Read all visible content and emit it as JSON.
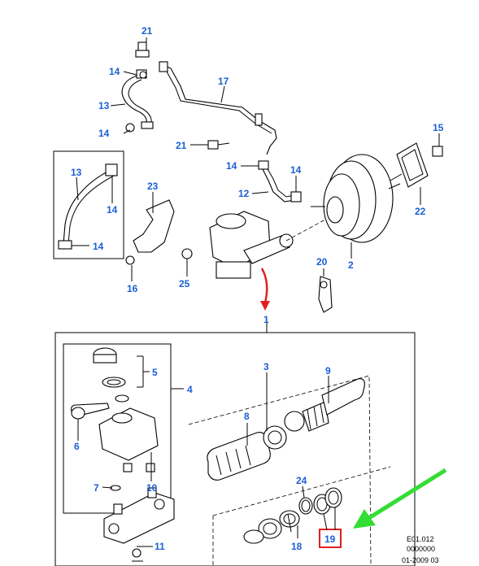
{
  "callouts": {
    "c21a": "21",
    "c14a": "14",
    "c17": "17",
    "c13a": "13",
    "c14b": "14",
    "c21b": "21",
    "c15": "15",
    "c14c": "14",
    "c14d": "14",
    "c12": "12",
    "c22": "22",
    "c13b": "13",
    "c14e": "14",
    "c14f": "14",
    "c23": "23",
    "c16": "16",
    "c25": "25",
    "c2": "2",
    "c20": "20",
    "c1": "1",
    "c3": "3",
    "c5": "5",
    "c9": "9",
    "c4": "4",
    "c8": "8",
    "c6": "6",
    "c7": "7",
    "c24": "24",
    "c10": "10",
    "c19": "19",
    "c18": "18",
    "c11": "11"
  },
  "reference": {
    "line1": "E01.012",
    "line2": "0000000",
    "line3": "01-2009 03"
  },
  "colors": {
    "callout": "#1a5fd6",
    "red_arrow": "#e02020",
    "green_arrow": "#33dd33",
    "highlight_box": "#e02020"
  }
}
